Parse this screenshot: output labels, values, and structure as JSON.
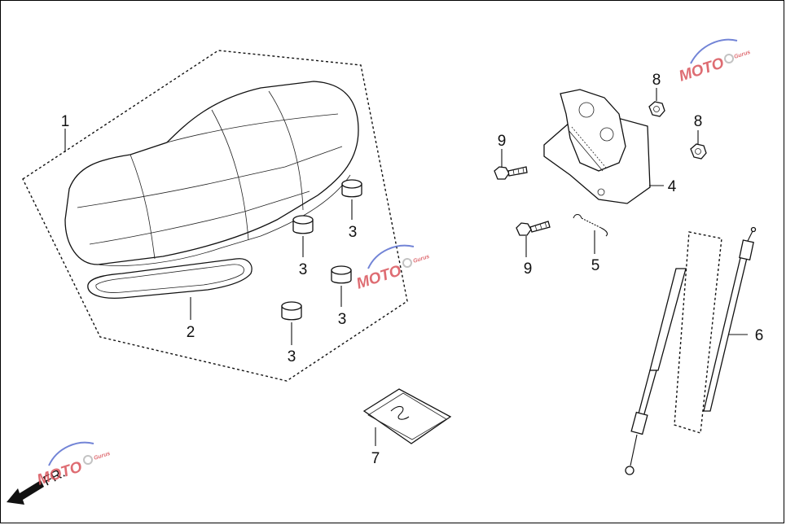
{
  "diagram": {
    "callouts": [
      {
        "id": "c1",
        "label": "1"
      },
      {
        "id": "c2",
        "label": "2"
      },
      {
        "id": "c3a",
        "label": "3"
      },
      {
        "id": "c3b",
        "label": "3"
      },
      {
        "id": "c3c",
        "label": "3"
      },
      {
        "id": "c3d",
        "label": "3"
      },
      {
        "id": "c4",
        "label": "4"
      },
      {
        "id": "c5",
        "label": "5"
      },
      {
        "id": "c6",
        "label": "6"
      },
      {
        "id": "c7",
        "label": "7"
      },
      {
        "id": "c8a",
        "label": "8"
      },
      {
        "id": "c8b",
        "label": "8"
      },
      {
        "id": "c9a",
        "label": "9"
      },
      {
        "id": "c9b",
        "label": "9"
      }
    ],
    "direction_label": "FR.",
    "watermark": {
      "brand": "MOTO",
      "sub": "Gurus",
      "colors": {
        "red": "#d9535a",
        "blue": "#5a6fd0",
        "gray": "#b9b9b9"
      }
    }
  }
}
